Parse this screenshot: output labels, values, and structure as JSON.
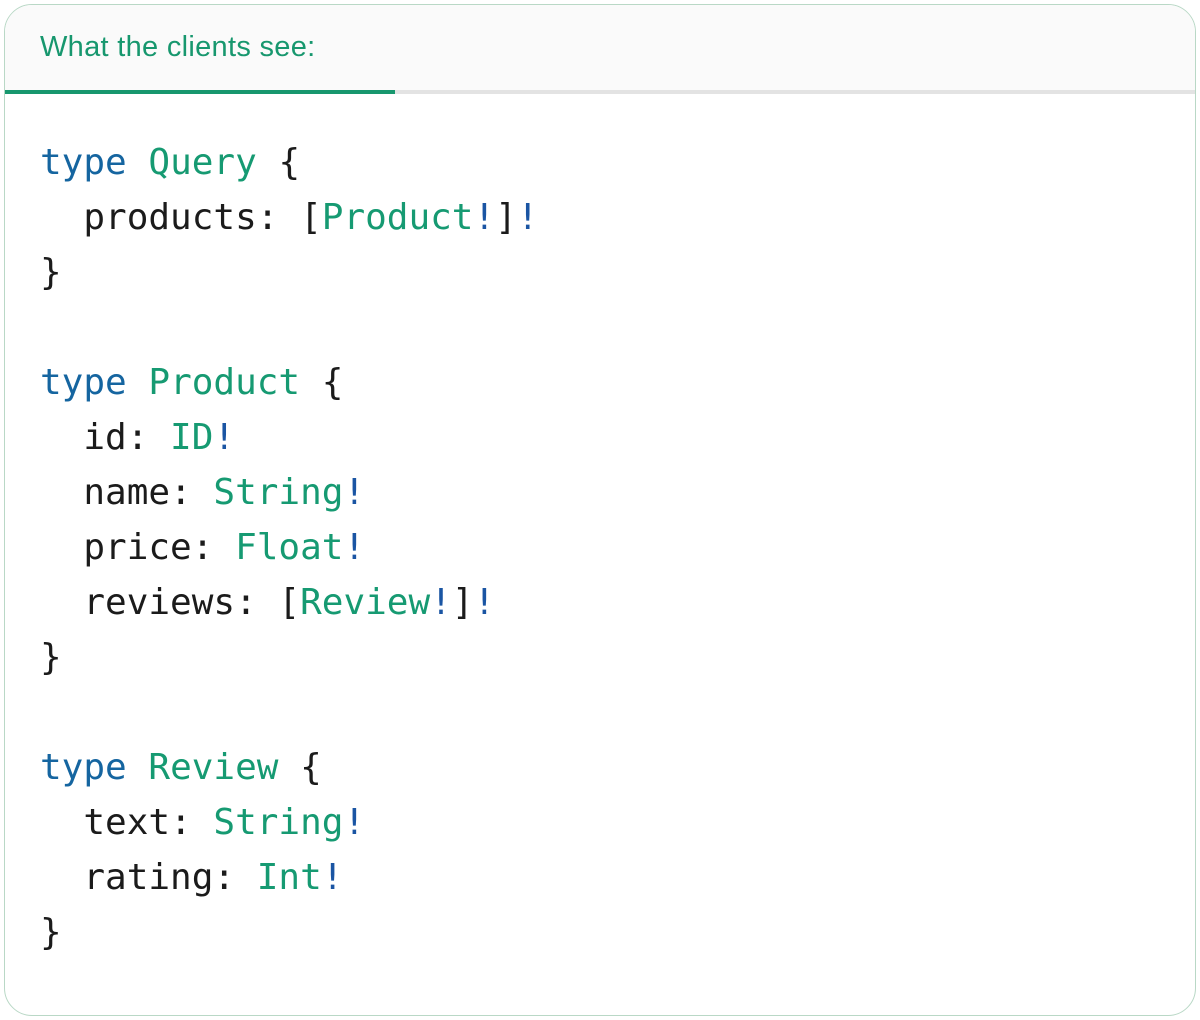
{
  "tab": {
    "label": "What the clients see:"
  },
  "colors": {
    "accent": "#17976e",
    "header_bg": "#fafafa",
    "divider": "#e3e3e3",
    "panel_border": "#b9d8c6",
    "keyword": "#1565a0",
    "type_name": "#169a72",
    "bang": "#1a55a3",
    "text": "#1b1b1b"
  },
  "code": {
    "language": "graphql",
    "lines": [
      [
        {
          "t": "type",
          "c": "kw"
        },
        {
          "t": " ",
          "c": "plain"
        },
        {
          "t": "Query",
          "c": "type"
        },
        {
          "t": " {",
          "c": "plain"
        }
      ],
      [
        {
          "t": "  products: [",
          "c": "plain"
        },
        {
          "t": "Product",
          "c": "type"
        },
        {
          "t": "!",
          "c": "bang"
        },
        {
          "t": "]",
          "c": "plain"
        },
        {
          "t": "!",
          "c": "bang"
        }
      ],
      [
        {
          "t": "}",
          "c": "plain"
        }
      ],
      [],
      [
        {
          "t": "type",
          "c": "kw"
        },
        {
          "t": " ",
          "c": "plain"
        },
        {
          "t": "Product",
          "c": "type"
        },
        {
          "t": " {",
          "c": "plain"
        }
      ],
      [
        {
          "t": "  id: ",
          "c": "plain"
        },
        {
          "t": "ID",
          "c": "type"
        },
        {
          "t": "!",
          "c": "bang"
        }
      ],
      [
        {
          "t": "  name: ",
          "c": "plain"
        },
        {
          "t": "String",
          "c": "type"
        },
        {
          "t": "!",
          "c": "bang"
        }
      ],
      [
        {
          "t": "  price: ",
          "c": "plain"
        },
        {
          "t": "Float",
          "c": "type"
        },
        {
          "t": "!",
          "c": "bang"
        }
      ],
      [
        {
          "t": "  reviews: [",
          "c": "plain"
        },
        {
          "t": "Review",
          "c": "type"
        },
        {
          "t": "!",
          "c": "bang"
        },
        {
          "t": "]",
          "c": "plain"
        },
        {
          "t": "!",
          "c": "bang"
        }
      ],
      [
        {
          "t": "}",
          "c": "plain"
        }
      ],
      [],
      [
        {
          "t": "type",
          "c": "kw"
        },
        {
          "t": " ",
          "c": "plain"
        },
        {
          "t": "Review",
          "c": "type"
        },
        {
          "t": " {",
          "c": "plain"
        }
      ],
      [
        {
          "t": "  text: ",
          "c": "plain"
        },
        {
          "t": "String",
          "c": "type"
        },
        {
          "t": "!",
          "c": "bang"
        }
      ],
      [
        {
          "t": "  rating: ",
          "c": "plain"
        },
        {
          "t": "Int",
          "c": "type"
        },
        {
          "t": "!",
          "c": "bang"
        }
      ],
      [
        {
          "t": "}",
          "c": "plain"
        }
      ]
    ]
  }
}
